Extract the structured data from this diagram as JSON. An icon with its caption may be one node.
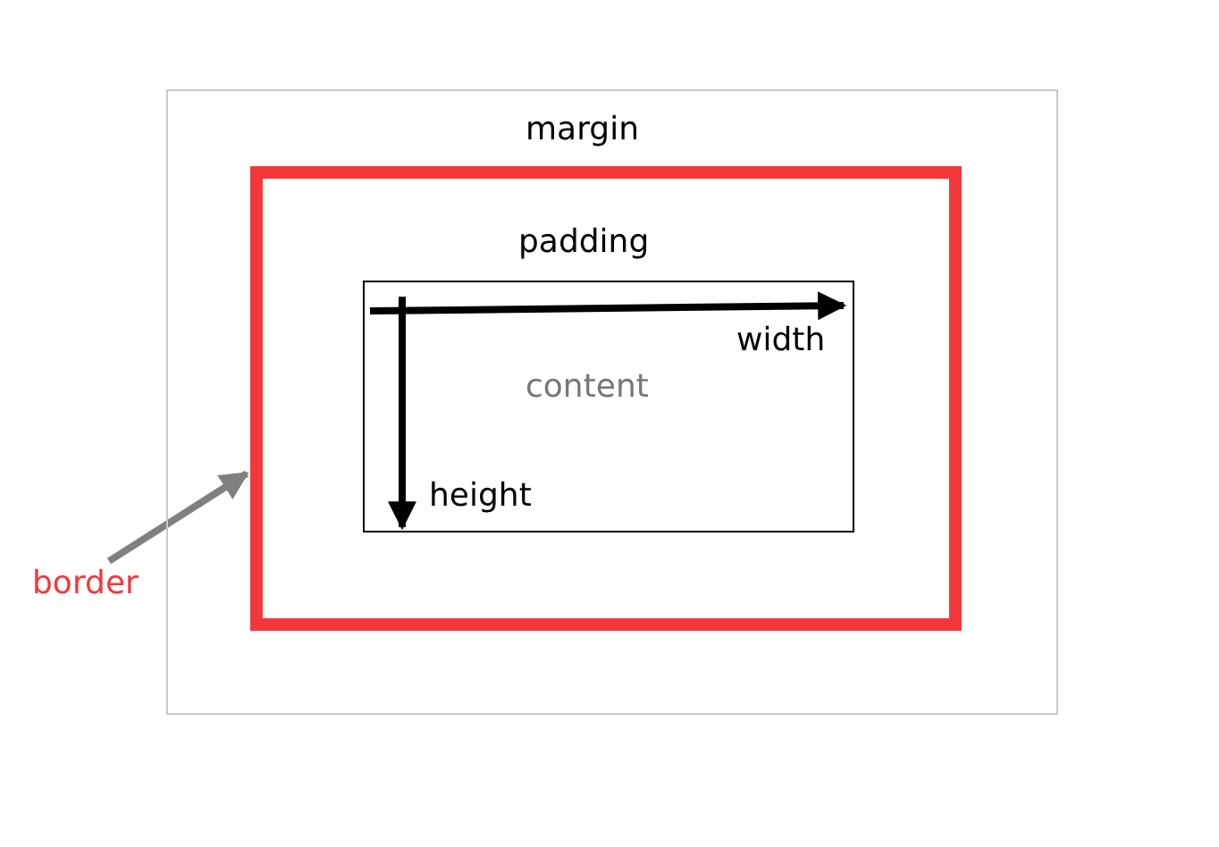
{
  "diagram": {
    "nodes": [
      {
        "text": [
          "margin"
        ]
      },
      {
        "text": [
          "padding"
        ],
        "in": 0
      },
      {
        "text": [
          "content"
        ],
        "in": 1
      },
      {
        "text": [
          "border"
        ]
      }
    ],
    "edges": [
      {
        "from": 3,
        "to": 1,
        "arrow": "to",
        "color": "#808080"
      }
    ],
    "labels": [
      "width",
      "height"
    ]
  }
}
